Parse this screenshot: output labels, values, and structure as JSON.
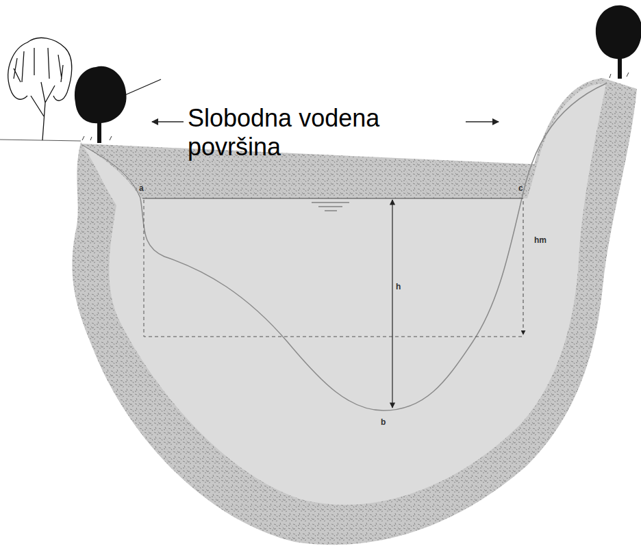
{
  "diagram": {
    "labels": [
      "Slobodna vodena površina",
      "a",
      "c",
      "h",
      "hm",
      "b"
    ]
  }
}
